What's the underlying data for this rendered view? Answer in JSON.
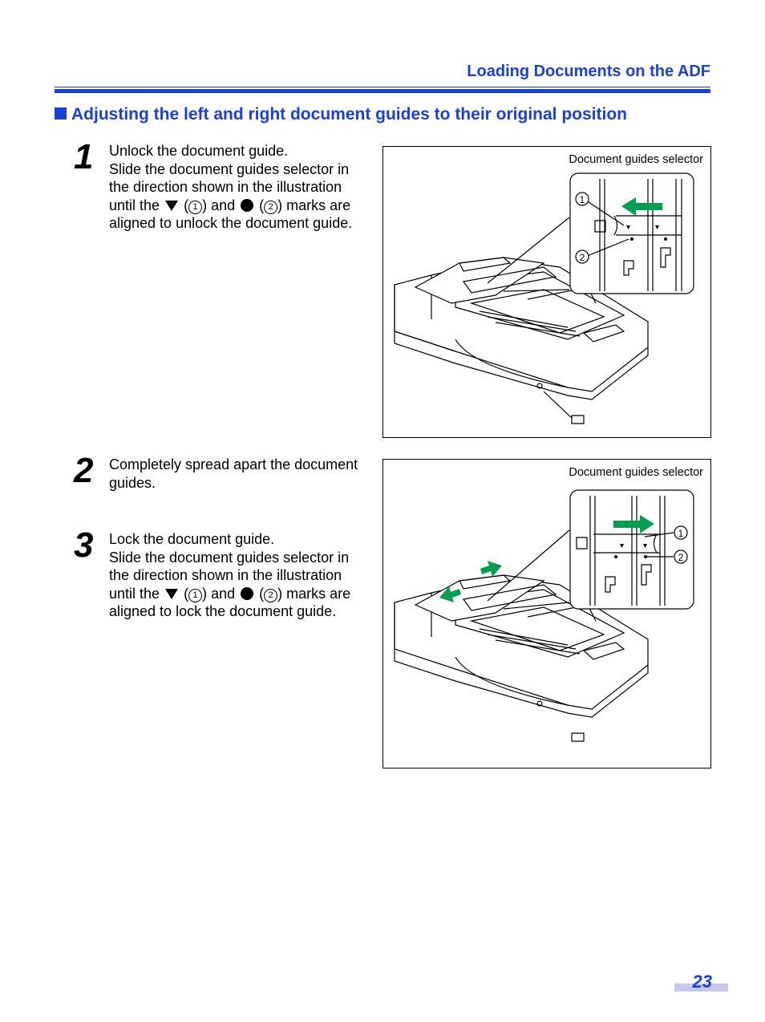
{
  "header": {
    "running_title": "Loading Documents on the ADF"
  },
  "section": {
    "title": "Adjusting the left and right document guides to their original position"
  },
  "steps": [
    {
      "number": "1",
      "lines": [
        "Unlock the document guide.",
        "Slide the document guides selector in",
        "the direction shown in the illustration",
        "until the",
        "(",
        "1",
        ") and",
        "(",
        "2",
        ") marks are",
        "aligned to unlock the document guide."
      ]
    },
    {
      "number": "2",
      "lines": [
        "Completely spread apart the document",
        "guides."
      ]
    },
    {
      "number": "3",
      "lines": [
        "Lock the document guide.",
        "Slide the document guides selector in",
        "the direction shown in the illustration",
        "until the",
        "(",
        "1",
        ") and",
        "(",
        "2",
        ") marks are",
        "aligned to lock the document guide."
      ]
    }
  ],
  "figures": [
    {
      "caption": "Document guides selector",
      "marker1": "1",
      "marker2": "2",
      "arrow_direction": "left"
    },
    {
      "caption": "Document guides selector",
      "marker1": "1",
      "marker2": "2",
      "arrow_direction": "right"
    }
  ],
  "footer": {
    "page_number": "23"
  },
  "colors": {
    "accent": "#1a3fe0",
    "arrow": "#00a050",
    "page_badge": "#c8c8ee"
  },
  "icons": [
    "square-bullet-icon",
    "triangle-mark-icon",
    "dot-mark-icon",
    "green-arrow-icon",
    "scanner-illustration"
  ]
}
